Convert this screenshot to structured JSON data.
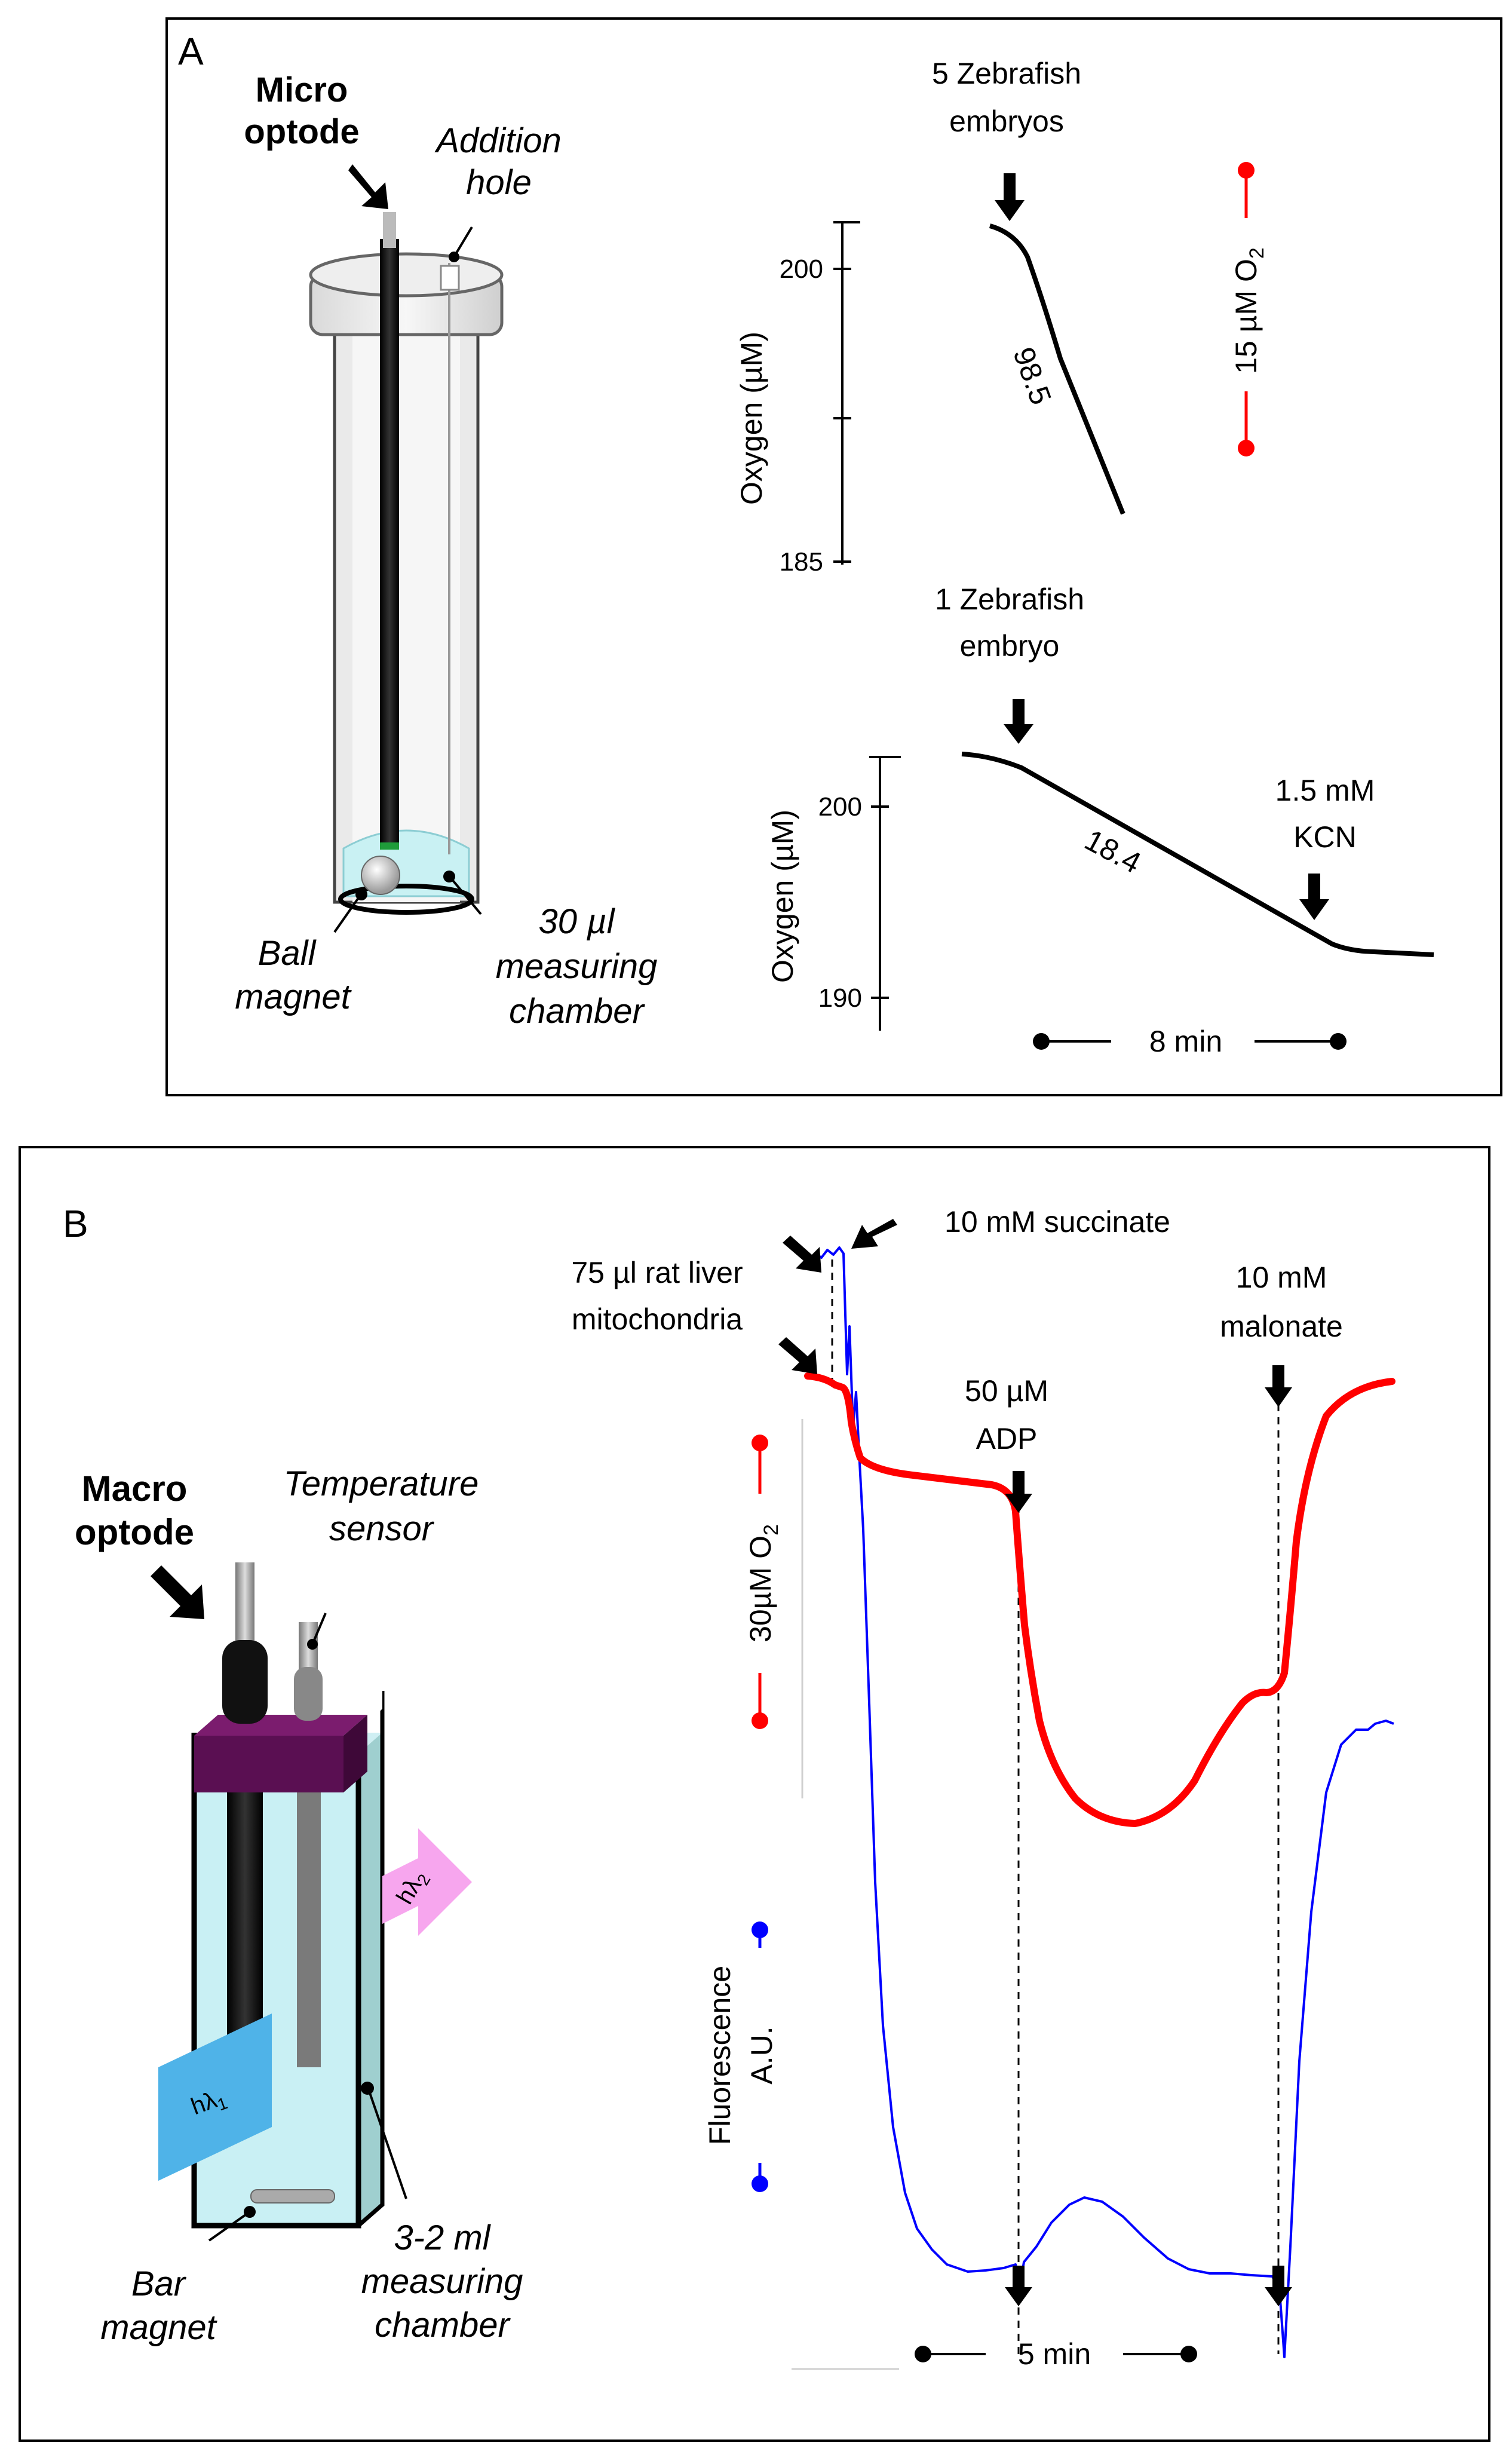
{
  "panel_a": {
    "letter": "A",
    "optode_label": [
      "Micro",
      "optode"
    ],
    "addition_label": [
      "Addition",
      "hole"
    ],
    "ball_label": [
      "Ball",
      "magnet"
    ],
    "chamber_label": [
      "30 µl",
      "measuring",
      "chamber"
    ],
    "top_trace": {
      "annotation": [
        "5 Zebrafish",
        "embryos"
      ],
      "ylabel": "Oxygen (µM)",
      "ticks": [
        "200",
        "185"
      ],
      "rate": "98.5",
      "scale_label": "15 µM O",
      "scale_sub": "2"
    },
    "bottom_trace": {
      "annotation": [
        "1 Zebrafish",
        "embryo"
      ],
      "ylabel": "Oxygen (µM)",
      "ticks": [
        "200",
        "190"
      ],
      "rate": "18.4",
      "kcn_label": [
        "1.5 mM",
        "KCN"
      ],
      "time_scale": "8 min"
    }
  },
  "panel_b": {
    "letter": "B",
    "optode_label": [
      "Macro",
      "optode"
    ],
    "temp_label": [
      "Temperature",
      "sensor"
    ],
    "bar_label": [
      "Bar",
      "magnet"
    ],
    "chamber_label": [
      "3-2 ml",
      "measuring",
      "chamber"
    ],
    "exc_label": "hλ",
    "exc_sub": "1",
    "em_label": "hλ",
    "em_sub": "2",
    "mito_label": [
      "75 µl rat liver",
      "mitochondria"
    ],
    "succinate_label": "10 mM succinate",
    "adp_label": [
      "50 µM",
      "ADP"
    ],
    "malonate_label": [
      "10 mM",
      "malonate"
    ],
    "o2_scale": "30µM O",
    "o2_scale_sub": "2",
    "fluor_label": [
      "Fluorescence",
      "A.U."
    ],
    "time_scale": "5 min",
    "colors": {
      "oxygen_trace": "#ff0000",
      "fluorescence_trace": "#0000ff"
    }
  }
}
